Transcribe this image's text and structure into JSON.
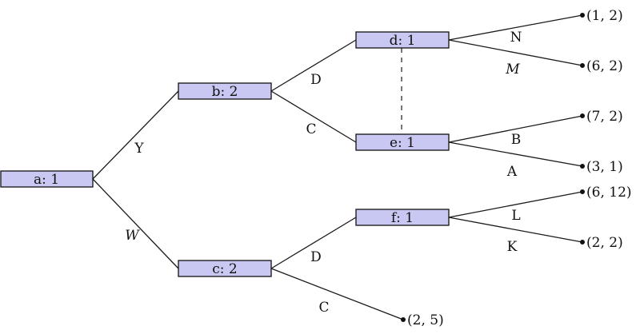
{
  "nodes": {
    "a": {
      "label": "a: 1"
    },
    "b": {
      "label": "b: 2"
    },
    "c": {
      "label": "c: 2"
    },
    "d": {
      "label": "d: 1"
    },
    "e": {
      "label": "e: 1"
    },
    "f": {
      "label": "f: 1"
    }
  },
  "edges": {
    "a_b": "Y",
    "a_c": "W",
    "b_d": "D",
    "b_e": "C",
    "c_f": "D",
    "c_end": "C",
    "d_p1": "N",
    "d_p2": "M",
    "e_p1": "B",
    "e_p2": "A",
    "f_p1": "L",
    "f_p2": "K"
  },
  "payoffs": {
    "d_n": "(1, 2)",
    "d_m": "(6, 2)",
    "e_b": "(7, 2)",
    "e_a": "(3, 1)",
    "f_l": "(6, 12)",
    "f_k": "(2, 2)",
    "c_c": "(2, 5)"
  },
  "colors": {
    "node_fill": "#c8c8f2",
    "line": "#1a1a1a"
  }
}
